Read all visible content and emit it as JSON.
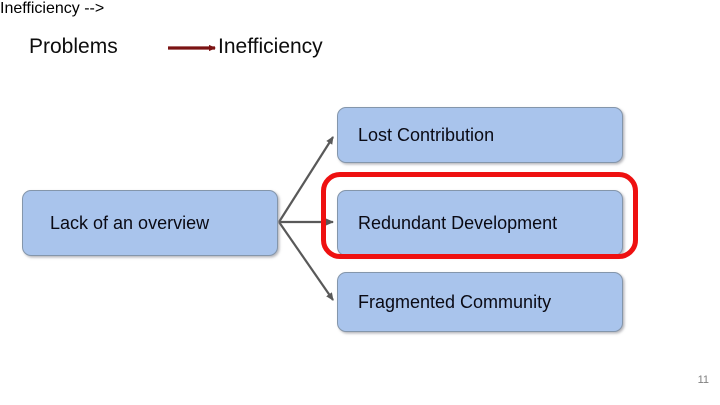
{
  "slide": {
    "page_number": "11",
    "background_color": "#ffffff"
  },
  "headline": {
    "cause_label": "Problems",
    "effect_label": "Inefficiency",
    "arrow_icon": "arrow-right-icon",
    "arrow_color": "#7b1313"
  },
  "diagram": {
    "source_node": {
      "label": "Lack of an overview",
      "fill_color": "#a9c4ec",
      "border_color": "#8496ab"
    },
    "target_nodes": [
      {
        "label": "Lost Contribution",
        "fill_color": "#a9c4ec",
        "border_color": "#8496ab",
        "highlighted": false
      },
      {
        "label": "Redundant Development",
        "fill_color": "#a9c4ec",
        "border_color": "#8496ab",
        "highlighted": true
      },
      {
        "label": "Fragmented Community",
        "fill_color": "#a9c4ec",
        "border_color": "#8496ab",
        "highlighted": false
      }
    ],
    "connector_color": "#595959",
    "connector_icon": "arrow-right-icon",
    "highlight_color": "#ee1111"
  }
}
